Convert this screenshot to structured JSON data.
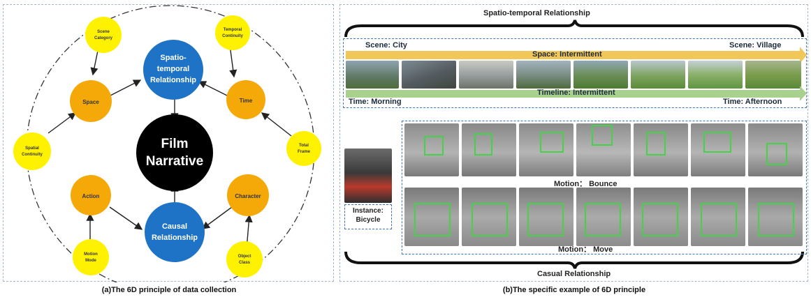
{
  "panel_a": {
    "caption": "(a)The 6D principle of data collection",
    "center": [
      "Film",
      "Narrative"
    ],
    "spatio": [
      "Spatio-",
      "temporal",
      "Relationship"
    ],
    "causal": [
      "Causal",
      "Relationship"
    ],
    "orange": {
      "space": "Space",
      "time": "Time",
      "action": "Action",
      "character": "Character"
    },
    "yellow": {
      "scene_category": [
        "Scene",
        "Category"
      ],
      "temporal_continuity": [
        "Temporal",
        "Continuity"
      ],
      "spatial_continuity": [
        "Spatial",
        "Continuity"
      ],
      "total_frame": [
        "Total",
        "Frame"
      ],
      "motion_mode": [
        "Motion",
        "Mode"
      ],
      "object_class": [
        "Object",
        "Class"
      ]
    },
    "colors": {
      "blue": "#1f73c6",
      "orange": "#f5a908",
      "yellow": "#fff200",
      "center": "#000000"
    }
  },
  "panel_b": {
    "caption": "(b)The specific example of 6D principle",
    "top_title": "Spatio-temporal Relationship",
    "bottom_title": "Casual Relationship",
    "scene_city": "Scene: City",
    "scene_village": "Scene: Village",
    "space_bar": "Space: Intermittent",
    "timeline_bar": "Timeline: Intermittent",
    "time_morning": "Time: Morning",
    "time_afternoon": "Time: Afternoon",
    "motion_bounce": "Motion： Bounce",
    "motion_move": "Motion： Move",
    "instance": [
      "Instance:",
      "Bicycle"
    ],
    "colors": {
      "space_bar": "#f2c75a",
      "timeline_bar": "#a9d18e",
      "box": "#45d14a"
    }
  }
}
